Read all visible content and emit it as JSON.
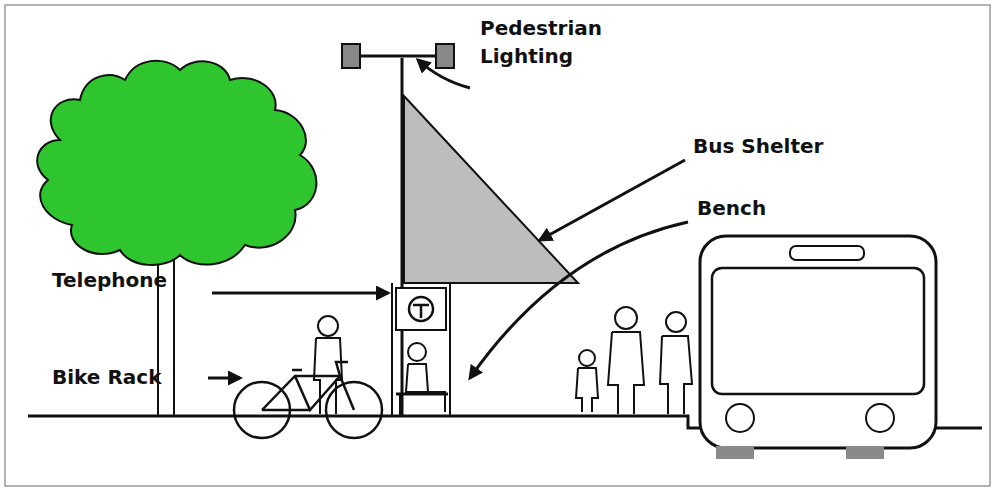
{
  "diagram": {
    "labels": [
      "Pedestrian Lighting",
      "Bus Shelter",
      "Bench",
      "Telephone",
      "Bike Rack"
    ]
  }
}
